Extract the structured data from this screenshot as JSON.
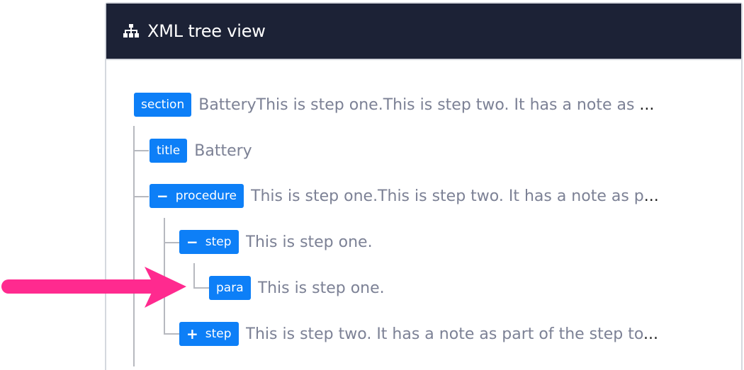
{
  "panel": {
    "title": "XML tree view",
    "icon": "sitemap-icon"
  },
  "tree": [
    {
      "tag": "section",
      "toggle": "",
      "text": "BatteryThis is step one.This is step two. It has a note as ",
      "ellipsis": "...",
      "level": 0
    },
    {
      "tag": "title",
      "toggle": "",
      "text": "Battery",
      "ellipsis": "",
      "level": 1
    },
    {
      "tag": "procedure",
      "toggle": "−",
      "text": "This is step one.This is step two. It has a note as p",
      "ellipsis": "...",
      "level": 1
    },
    {
      "tag": "step",
      "toggle": "−",
      "text": "This is step one.",
      "ellipsis": "",
      "level": 2
    },
    {
      "tag": "para",
      "toggle": "",
      "text": "This is step one.",
      "ellipsis": "",
      "level": 3
    },
    {
      "tag": "step",
      "toggle": "+",
      "text": "This is step two. It has a note as part of the step to",
      "ellipsis": "...",
      "level": 2
    }
  ],
  "annotation": {
    "arrow_color": "#ff2a8f",
    "points_to": "para"
  },
  "colors": {
    "header_bg": "#1c2236",
    "tag_bg": "#0d7ff7",
    "text": "#7c8195",
    "guide_lines": "#b7b9bf"
  }
}
